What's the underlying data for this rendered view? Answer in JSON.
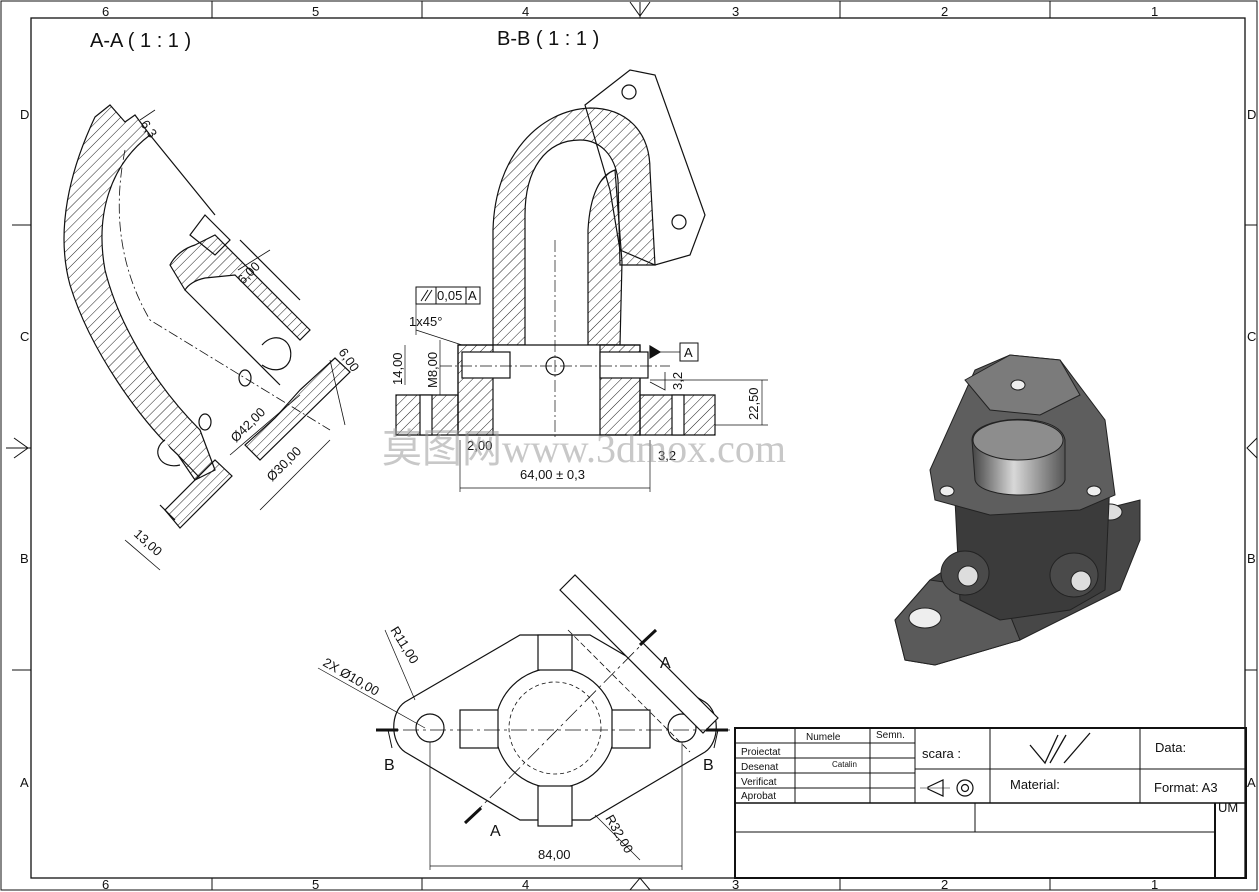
{
  "frame": {
    "top_zones": [
      "6",
      "5",
      "4",
      "3",
      "2",
      "1"
    ],
    "side_zones": [
      "D",
      "C",
      "B",
      "A"
    ]
  },
  "views": {
    "aa_title": "A-A ( 1 : 1 )",
    "bb_title": "B-B ( 1 : 1 )",
    "section_letter_a": "A",
    "section_letter_b": "B"
  },
  "dimensions": {
    "aa_63": "6,3",
    "aa_600_top": "6,00",
    "aa_600_right": "6,00",
    "aa_d42": "Ø42,00",
    "aa_d30": "Ø30,00",
    "aa_1300": "13,00",
    "bb_tol": "0,05",
    "bb_datum_ref": "A",
    "bb_chamfer": "1x45°",
    "bb_1400": "14,00",
    "bb_m8": "M8,00",
    "bb_datum": "A",
    "bb_32": "3,2",
    "bb_2250": "22,50",
    "bb_200": "2,00",
    "bb_32b": "3,2",
    "bb_64": "64,00 ± 0,3",
    "plan_r11": "R11,00",
    "plan_holes": "2X Ø10,00",
    "plan_r32": "R32,00",
    "plan_84": "84,00"
  },
  "watermark": "莫图网www.3dmox.com",
  "title_block": {
    "col_numele": "Numele",
    "col_semn": "Semn.",
    "row_proiectat": "Proiectat",
    "row_desenat": "Desenat",
    "row_verificat": "Verificat",
    "row_aprobat": "Aprobat",
    "desenat_name": "Catalin",
    "scara_label": "scara :",
    "material_label": "Material:",
    "data_label": "Data:",
    "format_label": "Format: A3",
    "um_label": "UM"
  },
  "colors": {
    "line": "#111111",
    "hatch": "#222222",
    "model_dark": "#3b3b3b",
    "model_mid": "#5a5a5a",
    "model_light": "#8a8a8a",
    "watermark": "#9a9a9a"
  }
}
